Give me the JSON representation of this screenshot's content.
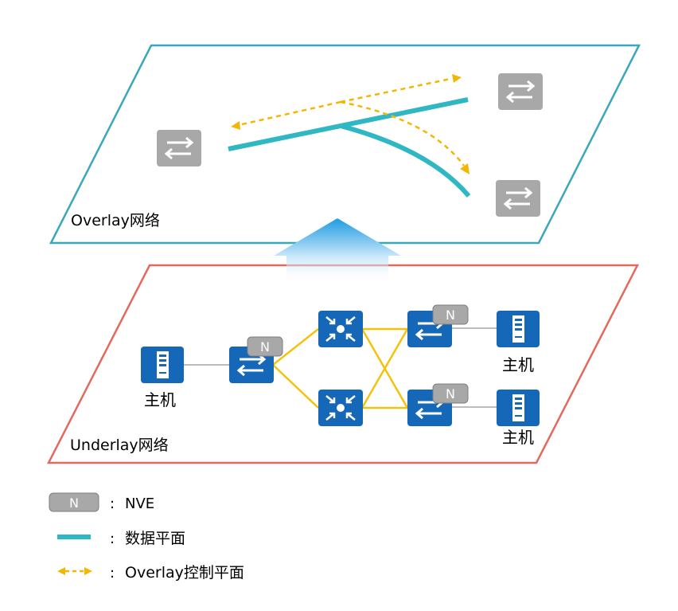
{
  "overlay": {
    "label": "Overlay网络",
    "border_color": "#3aa8b8",
    "switch_color": "#a8a8a8",
    "data_line_color": "#2fb7c4",
    "control_color": "#f2b705"
  },
  "underlay": {
    "label": "Underlay网络",
    "border_color": "#e3695f",
    "device_color": "#1567b8",
    "link_color": "#f4c20d",
    "host_label": "主机",
    "nve_badge": "N"
  },
  "legend": {
    "colon": ":",
    "nve": {
      "badge": "N",
      "text": "NVE"
    },
    "data_plane": {
      "text": "数据平面"
    },
    "control_plane": {
      "text": "Overlay控制平面"
    }
  }
}
